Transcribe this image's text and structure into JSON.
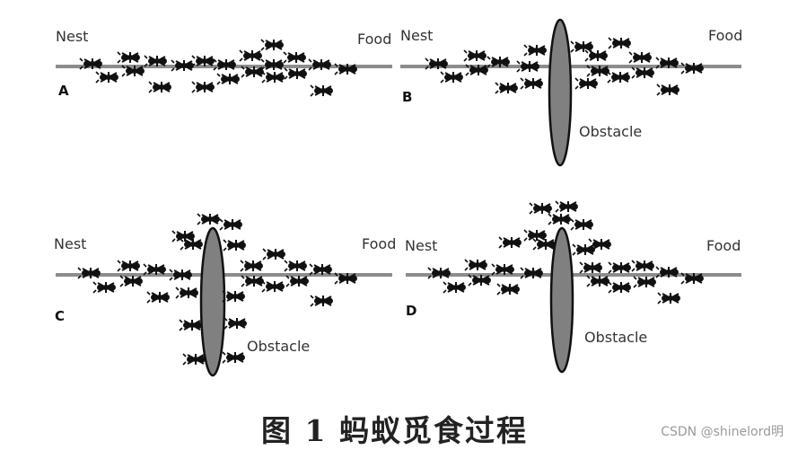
{
  "panels": [
    {
      "letter": "A",
      "nest": "Nest",
      "food": "Food",
      "obstacle": ""
    },
    {
      "letter": "B",
      "nest": "Nest",
      "food": "Food",
      "obstacle": "Obstacle"
    },
    {
      "letter": "C",
      "nest": "Nest",
      "food": "Food",
      "obstacle": "Obstacle"
    },
    {
      "letter": "D",
      "nest": "Nest",
      "food": "Food",
      "obstacle": "Obstacle"
    }
  ],
  "caption": "图 1   蚂蚁觅食过程",
  "watermark": "CSDN @shinelord明",
  "colors": {
    "path": "#8c8c8c",
    "obstacle_fill": "#808080",
    "ant": "#111111"
  }
}
